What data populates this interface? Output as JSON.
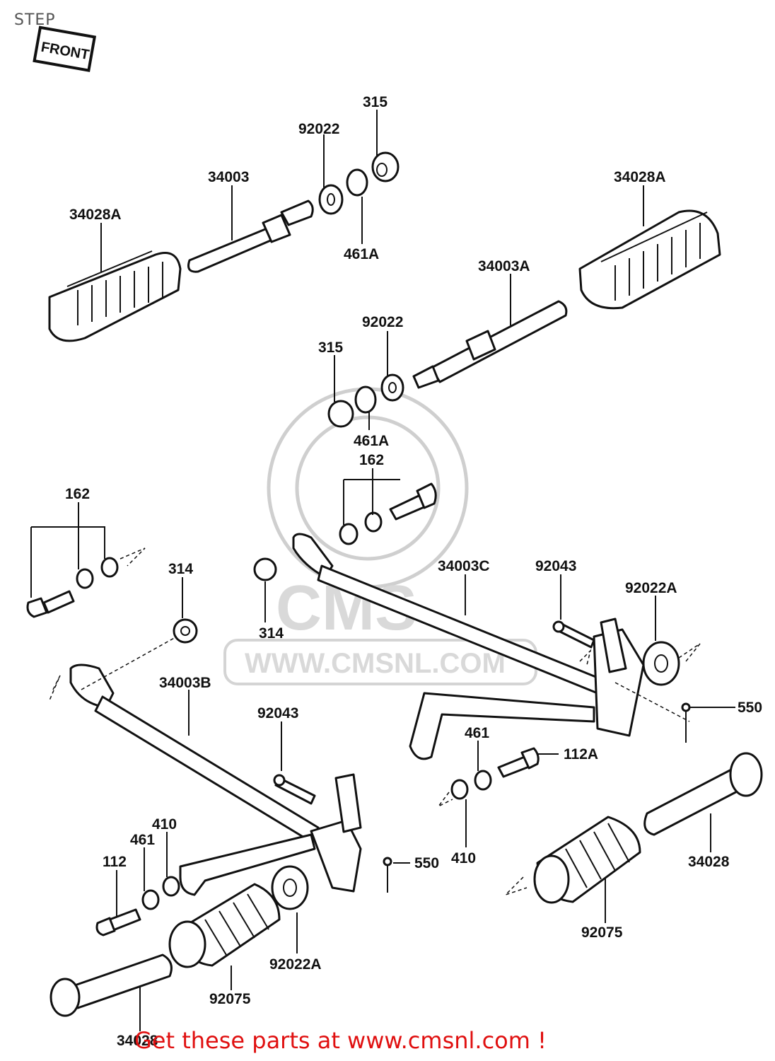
{
  "title": "STEP",
  "badge": "FRONT",
  "watermark": {
    "logo": "CMS",
    "url": "WWW.CMSNL.COM"
  },
  "footer": "Get these parts at www.cmsnl.com !",
  "labels": {
    "p315_top": "315",
    "p92022_top": "92022",
    "p34003": "34003",
    "p34028A_left": "34028A",
    "p34028A_right": "34028A",
    "p461A_top": "461A",
    "p34003A": "34003A",
    "p92022_mid": "92022",
    "p315_mid": "315",
    "p461A_mid": "461A",
    "p162_mid": "162",
    "p162_left": "162",
    "p314_left": "314",
    "p314_mid": "314",
    "p34003C": "34003C",
    "p92043_right": "92043",
    "p92022A_right": "92022A",
    "p550_right": "550",
    "p461_right": "461",
    "p112A": "112A",
    "p34003B": "34003B",
    "p92043_left": "92043",
    "p410_left": "410",
    "p461_left": "461",
    "p112": "112",
    "p550_left": "550",
    "p410_right": "410",
    "p34028_right": "34028",
    "p92075_right": "92075",
    "p92022A_left": "92022A",
    "p92075_left": "92075",
    "p34028_left": "34028"
  }
}
